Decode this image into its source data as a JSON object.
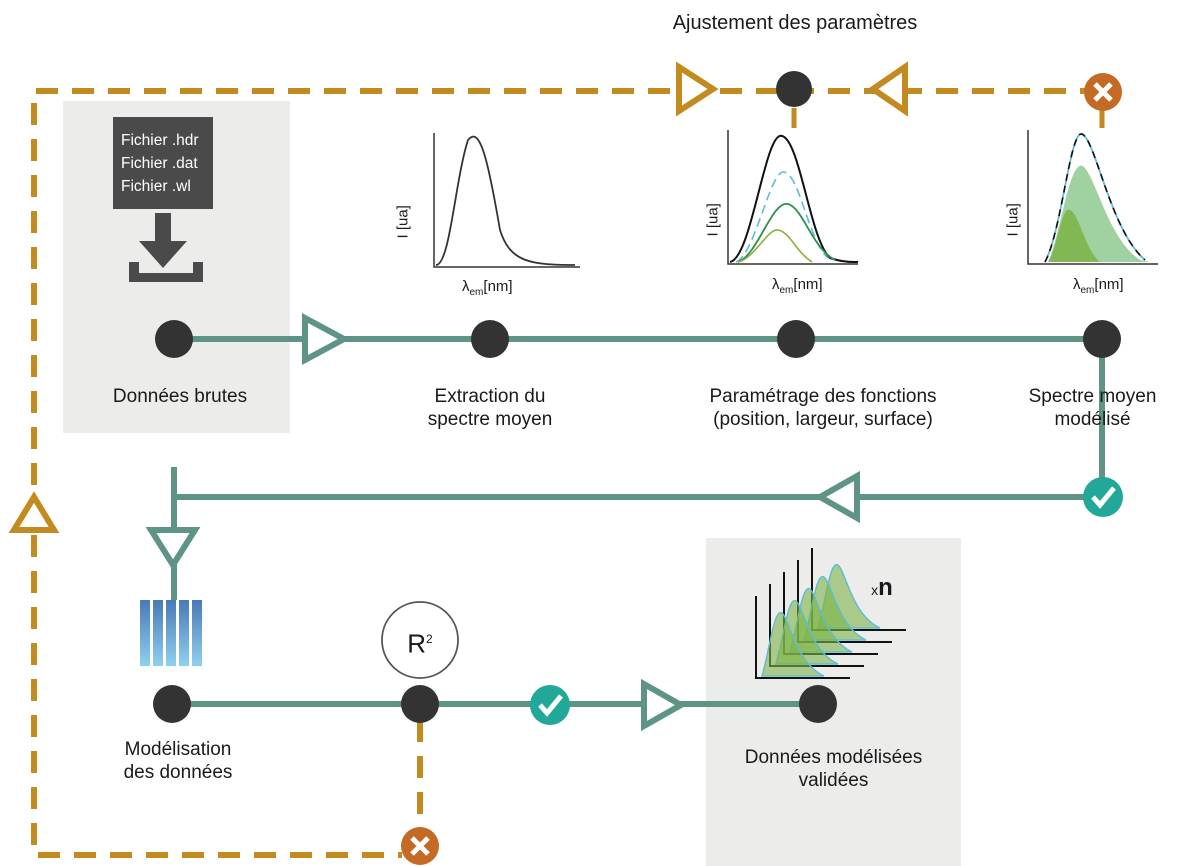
{
  "title": "Ajustement des paramètres",
  "files": [
    "Fichier .hdr",
    "Fichier .dat",
    "Fichier .wl"
  ],
  "steps": {
    "raw": "Données brutes",
    "extraction": [
      "Extraction du",
      "spectre moyen"
    ],
    "params": [
      "Paramétrage des fonctions",
      "(position, largeur, surface)"
    ],
    "modeled": [
      "Spectre moyen",
      "modélisé"
    ],
    "modeling": [
      "Modélisation",
      "des données"
    ],
    "validated": [
      "Données modélisées",
      "validées"
    ]
  },
  "plots": {
    "ylabel": "I [ua]",
    "xlabel_symbol": "λ",
    "xlabel_sub": "em",
    "xlabel_unit": "[nm]"
  },
  "r2": {
    "base": "R",
    "sup": "2"
  },
  "multiplier": {
    "x": "x",
    "n": "n"
  },
  "colors": {
    "flow": "#5e9486",
    "feedback": "#c28a1f",
    "node": "#333333",
    "check": "#22a898",
    "cross": "#c56a24",
    "panel": "#ececeb",
    "file_box": "#4a4a4a"
  },
  "icons": {
    "download": "download-tray-icon",
    "check": "check-circle-icon",
    "cross": "cross-circle-icon",
    "matrix": "data-matrix-icon"
  }
}
